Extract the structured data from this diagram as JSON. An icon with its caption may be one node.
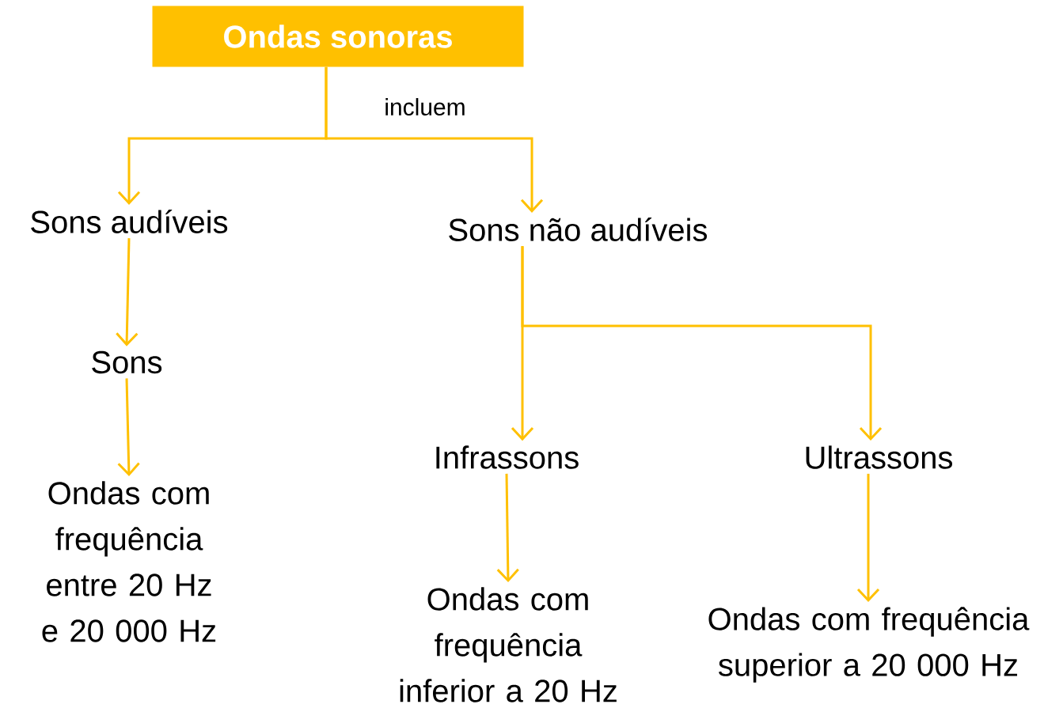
{
  "diagram": {
    "nodes": [
      {
        "text": [
          "Ondas sonoras"
        ]
      },
      {
        "text": [
          "Sons audíveis"
        ]
      },
      {
        "text": [
          "Sons não audíveis"
        ]
      },
      {
        "text": [
          "Sons"
        ]
      },
      {
        "text": [
          "Ondas com frequência entre 20 Hz e 20 000 Hz"
        ]
      },
      {
        "text": [
          "Infrassons"
        ]
      },
      {
        "text": [
          "Ultrassons"
        ]
      },
      {
        "text": [
          "Ondas com frequência inferior a 20 Hz"
        ]
      },
      {
        "text": [
          "Ondas com frequência superior a 20 000 Hz"
        ]
      }
    ],
    "edges": [
      {
        "from": 0,
        "to": 1,
        "arrow": "to",
        "label": "incluem"
      },
      {
        "from": 0,
        "to": 2,
        "arrow": "to"
      },
      {
        "from": 1,
        "to": 3,
        "arrow": "to"
      },
      {
        "from": 3,
        "to": 4,
        "arrow": "to"
      },
      {
        "from": 2,
        "to": 5,
        "arrow": "to"
      },
      {
        "from": 2,
        "to": 6,
        "arrow": "to"
      },
      {
        "from": 5,
        "to": 7,
        "arrow": "to"
      },
      {
        "from": 6,
        "to": 8,
        "arrow": "to"
      }
    ]
  }
}
